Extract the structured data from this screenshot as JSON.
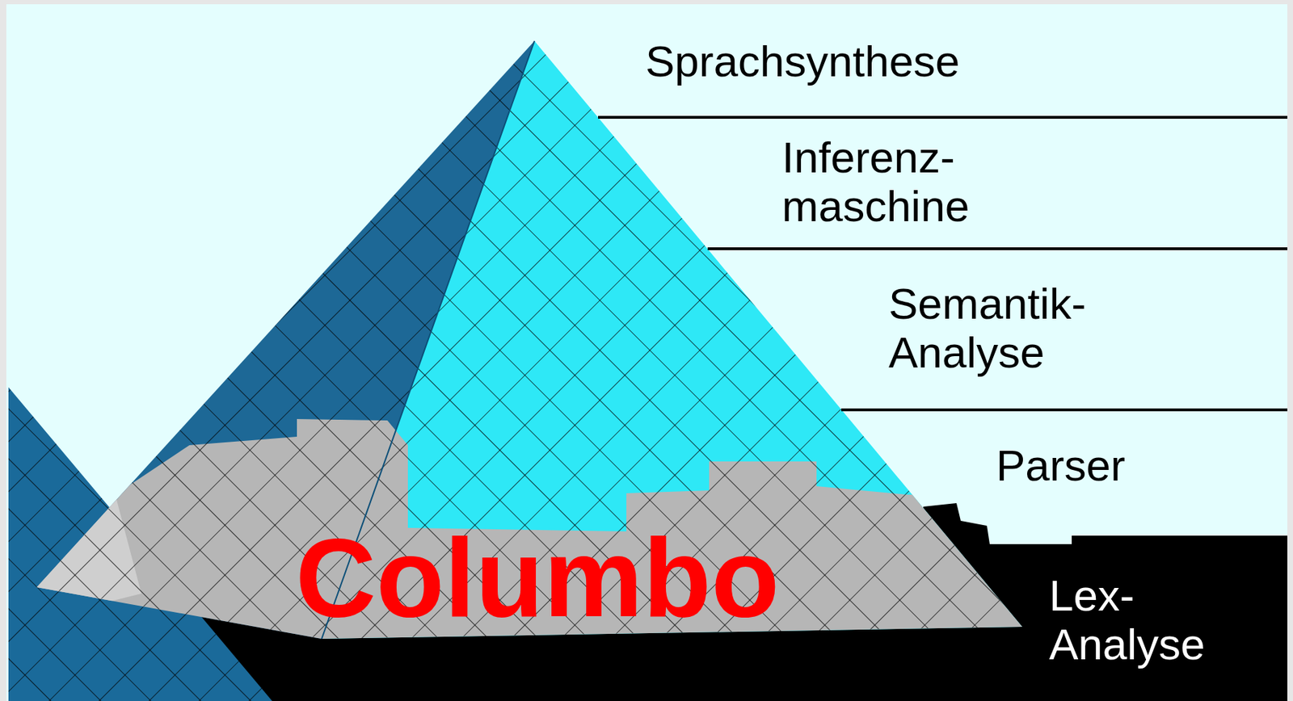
{
  "diagram": {
    "labels": [
      "Sprachsynthese",
      "Inferenz- maschine",
      "Semantik- Analyse",
      "Parser",
      "Lex- Analyse",
      "Columbo"
    ]
  }
}
